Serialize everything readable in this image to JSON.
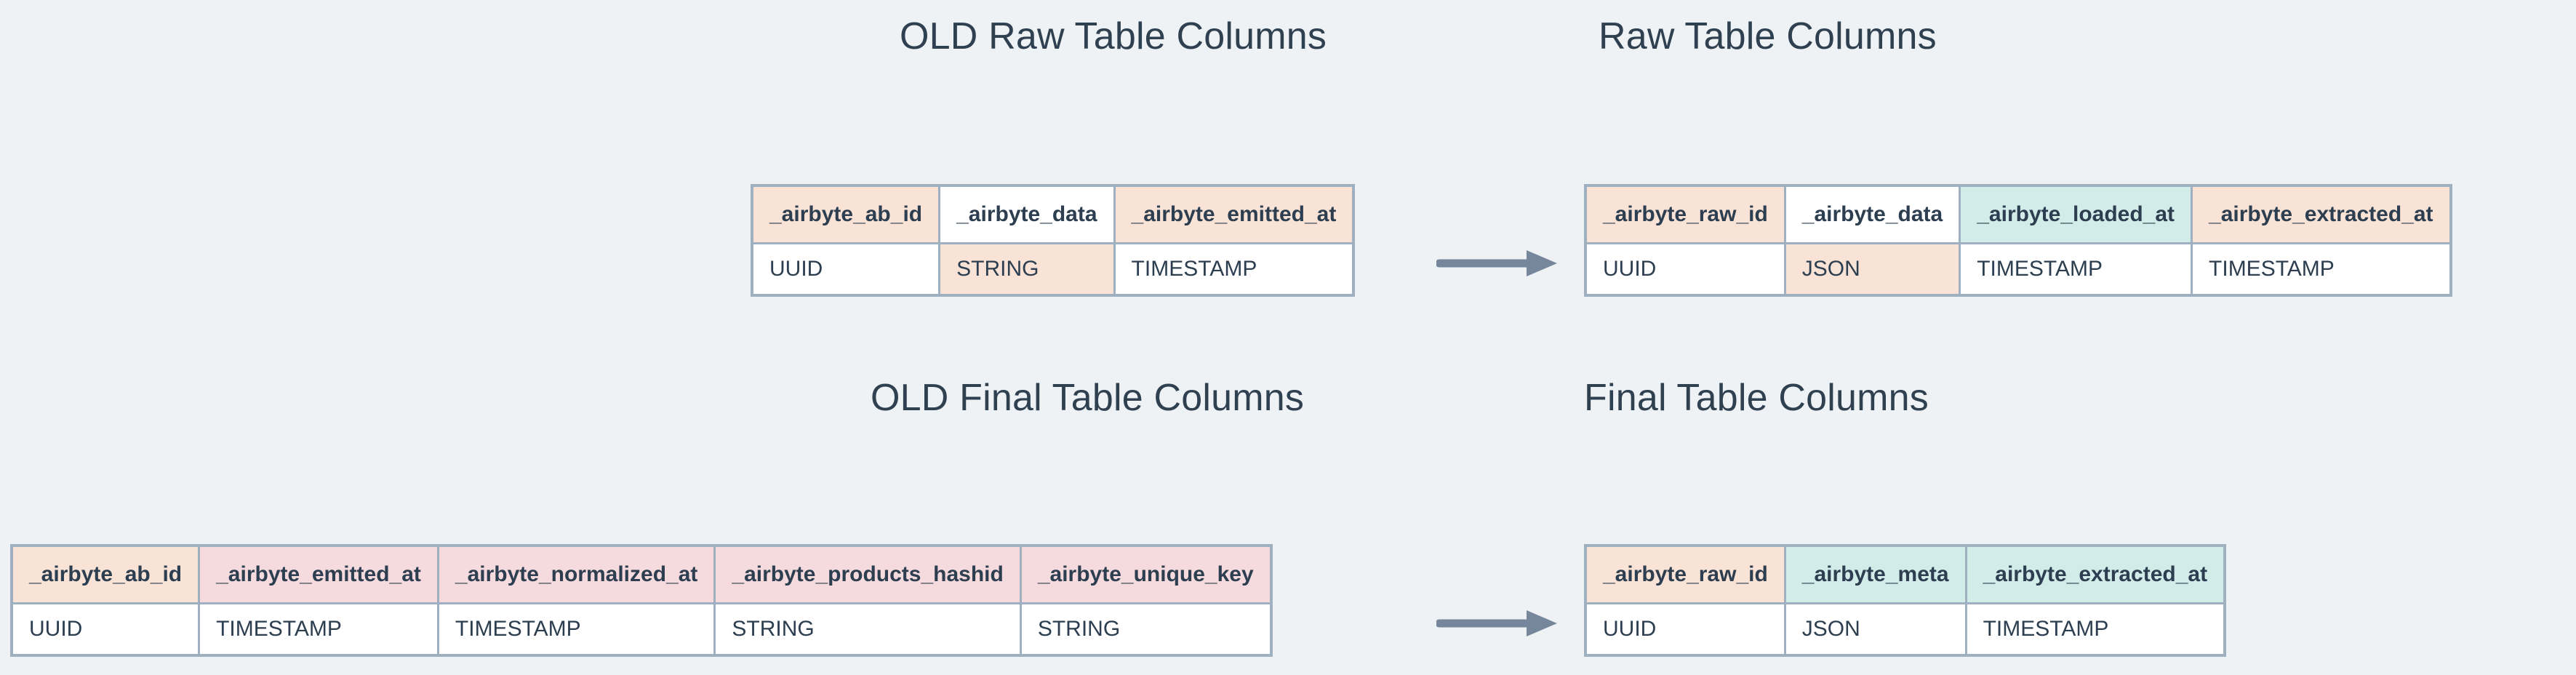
{
  "theme": {
    "background": "#eef2f5",
    "border": "#9fb0c0",
    "text": "#2c3e4f",
    "title_text": "#2f4050",
    "arrow": "#76879b",
    "fill_peach": "#f8e3d6",
    "fill_mint": "#d2ecea",
    "fill_pink": "#f5dade",
    "fill_white": "#ffffff"
  },
  "titles": {
    "old_raw": "OLD Raw Table Columns",
    "new_raw": "Raw Table Columns",
    "old_final": "OLD Final Table Columns",
    "new_final": "Final Table Columns"
  },
  "tables": {
    "old_raw": {
      "columns": [
        {
          "name": "_airbyte_ab_id",
          "type": "UUID",
          "name_fill": "peach",
          "type_fill": "none"
        },
        {
          "name": "_airbyte_data",
          "type": "STRING",
          "name_fill": "none",
          "type_fill": "peach"
        },
        {
          "name": "_airbyte_emitted_at",
          "type": "TIMESTAMP",
          "name_fill": "peach",
          "type_fill": "none"
        }
      ]
    },
    "new_raw": {
      "columns": [
        {
          "name": "_airbyte_raw_id",
          "type": "UUID",
          "name_fill": "peach",
          "type_fill": "none"
        },
        {
          "name": "_airbyte_data",
          "type": "JSON",
          "name_fill": "none",
          "type_fill": "peach"
        },
        {
          "name": "_airbyte_loaded_at",
          "type": "TIMESTAMP",
          "name_fill": "mint",
          "type_fill": "none"
        },
        {
          "name": "_airbyte_extracted_at",
          "type": "TIMESTAMP",
          "name_fill": "peach",
          "type_fill": "none"
        }
      ]
    },
    "old_final": {
      "columns": [
        {
          "name": "_airbyte_ab_id",
          "type": "UUID",
          "name_fill": "peach",
          "type_fill": "none"
        },
        {
          "name": "_airbyte_emitted_at",
          "type": "TIMESTAMP",
          "name_fill": "pink",
          "type_fill": "none"
        },
        {
          "name": "_airbyte_normalized_at",
          "type": "TIMESTAMP",
          "name_fill": "pink",
          "type_fill": "none"
        },
        {
          "name": "_airbyte_products_hashid",
          "type": "STRING",
          "name_fill": "pink",
          "type_fill": "none"
        },
        {
          "name": "_airbyte_unique_key",
          "type": "STRING",
          "name_fill": "pink",
          "type_fill": "none"
        }
      ]
    },
    "new_final": {
      "columns": [
        {
          "name": "_airbyte_raw_id",
          "type": "UUID",
          "name_fill": "peach",
          "type_fill": "none"
        },
        {
          "name": "_airbyte_meta",
          "type": "JSON",
          "name_fill": "mint",
          "type_fill": "none"
        },
        {
          "name": "_airbyte_extracted_at",
          "type": "TIMESTAMP",
          "name_fill": "mint",
          "type_fill": "none"
        }
      ]
    }
  },
  "arrows": {
    "raw": "migration-arrow-raw",
    "final": "migration-arrow-final"
  }
}
